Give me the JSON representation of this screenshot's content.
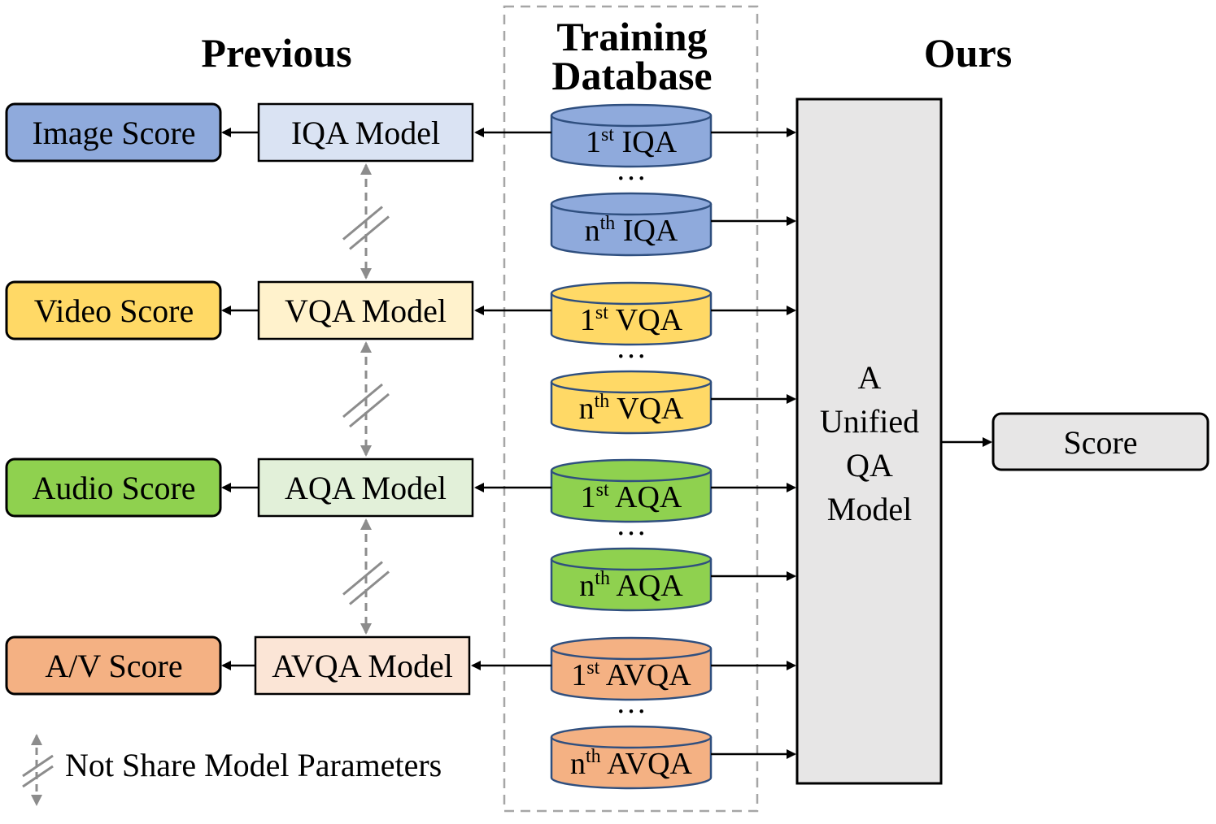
{
  "headers": {
    "previous": "Previous",
    "training_line1": "Training",
    "training_line2": "Database",
    "ours": "Ours"
  },
  "rows": [
    {
      "key": "iqa",
      "score": "Image Score",
      "model": "IQA Model",
      "db_label": "IQA",
      "colors": {
        "score": "#8faadc",
        "model": "#dae3f3",
        "db": "#8faadc"
      }
    },
    {
      "key": "vqa",
      "score": "Video Score",
      "model": "VQA Model",
      "db_label": "VQA",
      "colors": {
        "score": "#ffd966",
        "model": "#fff2cc",
        "db": "#ffd966"
      }
    },
    {
      "key": "aqa",
      "score": "Audio Score",
      "model": "AQA Model",
      "db_label": "AQA",
      "colors": {
        "score": "#8fd14f",
        "model": "#e2f0d9",
        "db": "#8fd14f"
      }
    },
    {
      "key": "avqa",
      "score": "A/V Score",
      "model": "AVQA Model",
      "db_label": "AVQA",
      "colors": {
        "score": "#f4b183",
        "model": "#fbe5d6",
        "db": "#f4b183"
      }
    }
  ],
  "db_prefix": {
    "first": "1",
    "first_sup": "st",
    "nth": "n",
    "nth_sup": "th",
    "ellipsis": "…"
  },
  "unified": {
    "lines": [
      "A",
      "Unified",
      "QA",
      "Model"
    ],
    "color": "#e7e6e6"
  },
  "output": {
    "label": "Score",
    "color": "#e7e6e6"
  },
  "legend": {
    "text": "Not Share Model Parameters",
    "icon": "dashed-double-arrow-with-slash-icon"
  }
}
